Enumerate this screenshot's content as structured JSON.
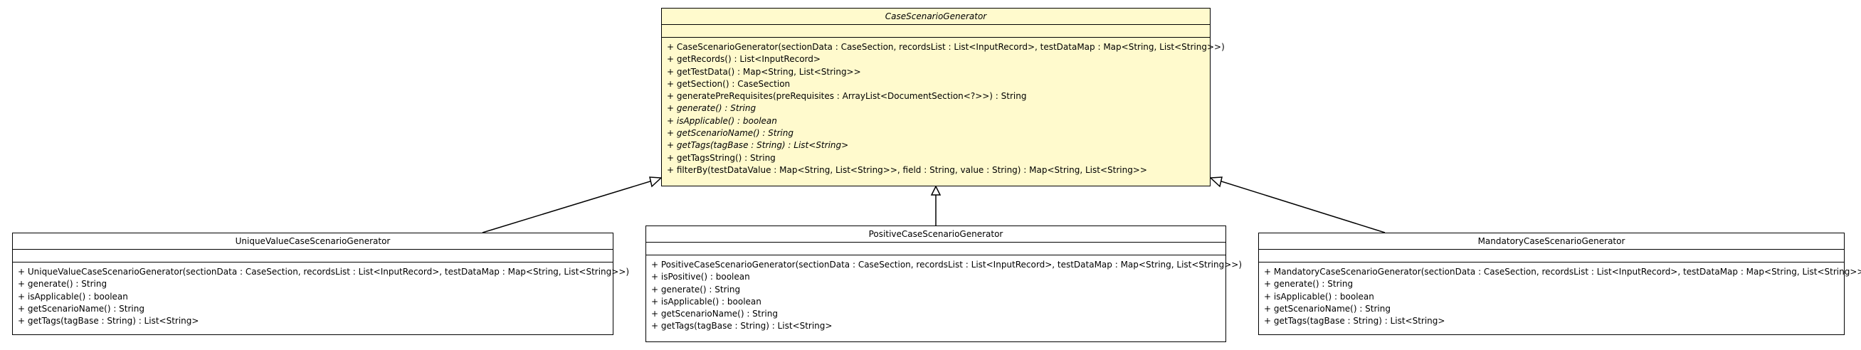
{
  "diagram": {
    "parent": {
      "name": "CaseScenarioGenerator",
      "operations": [
        {
          "text": "+ CaseScenarioGenerator(sectionData : CaseSection, recordsList : List<InputRecord>, testDataMap : Map<String, List<String>>)",
          "abstract": false
        },
        {
          "text": "+ getRecords() : List<InputRecord>",
          "abstract": false
        },
        {
          "text": "+ getTestData() : Map<String, List<String>>",
          "abstract": false
        },
        {
          "text": "+ getSection() : CaseSection",
          "abstract": false
        },
        {
          "text": "+ generatePreRequisites(preRequisites : ArrayList<DocumentSection<?>>) : String",
          "abstract": false
        },
        {
          "text": "+ generate() : String",
          "abstract": true
        },
        {
          "text": "+ isApplicable() : boolean",
          "abstract": true
        },
        {
          "text": "+ getScenarioName() : String",
          "abstract": true
        },
        {
          "text": "+ getTags(tagBase : String) : List<String>",
          "abstract": true
        },
        {
          "text": "+ getTagsString() : String",
          "abstract": false
        },
        {
          "text": "+ filterBy(testDataValue : Map<String, List<String>>, field : String, value : String) : Map<String, List<String>>",
          "abstract": false
        }
      ]
    },
    "children": [
      {
        "name": "UniqueValueCaseScenarioGenerator",
        "operations": [
          "+ UniqueValueCaseScenarioGenerator(sectionData : CaseSection, recordsList : List<InputRecord>, testDataMap : Map<String, List<String>>)",
          "+ generate() : String",
          "+ isApplicable() : boolean",
          "+ getScenarioName() : String",
          "+ getTags(tagBase : String) : List<String>"
        ]
      },
      {
        "name": "PositiveCaseScenarioGenerator",
        "operations": [
          "+ PositiveCaseScenarioGenerator(sectionData : CaseSection, recordsList : List<InputRecord>, testDataMap : Map<String, List<String>>)",
          "+ isPositive() : boolean",
          "+ generate() : String",
          "+ isApplicable() : boolean",
          "+ getScenarioName() : String",
          "+ getTags(tagBase : String) : List<String>"
        ]
      },
      {
        "name": "MandatoryCaseScenarioGenerator",
        "operations": [
          "+ MandatoryCaseScenarioGenerator(sectionData : CaseSection, recordsList : List<InputRecord>, testDataMap : Map<String, List<String>>)",
          "+ generate() : String",
          "+ isApplicable() : boolean",
          "+ getScenarioName() : String",
          "+ getTags(tagBase : String) : List<String>"
        ]
      }
    ],
    "colors": {
      "abstract_fill": "#fffacd",
      "concrete_fill": "#ffffff",
      "line": "#000000"
    }
  }
}
